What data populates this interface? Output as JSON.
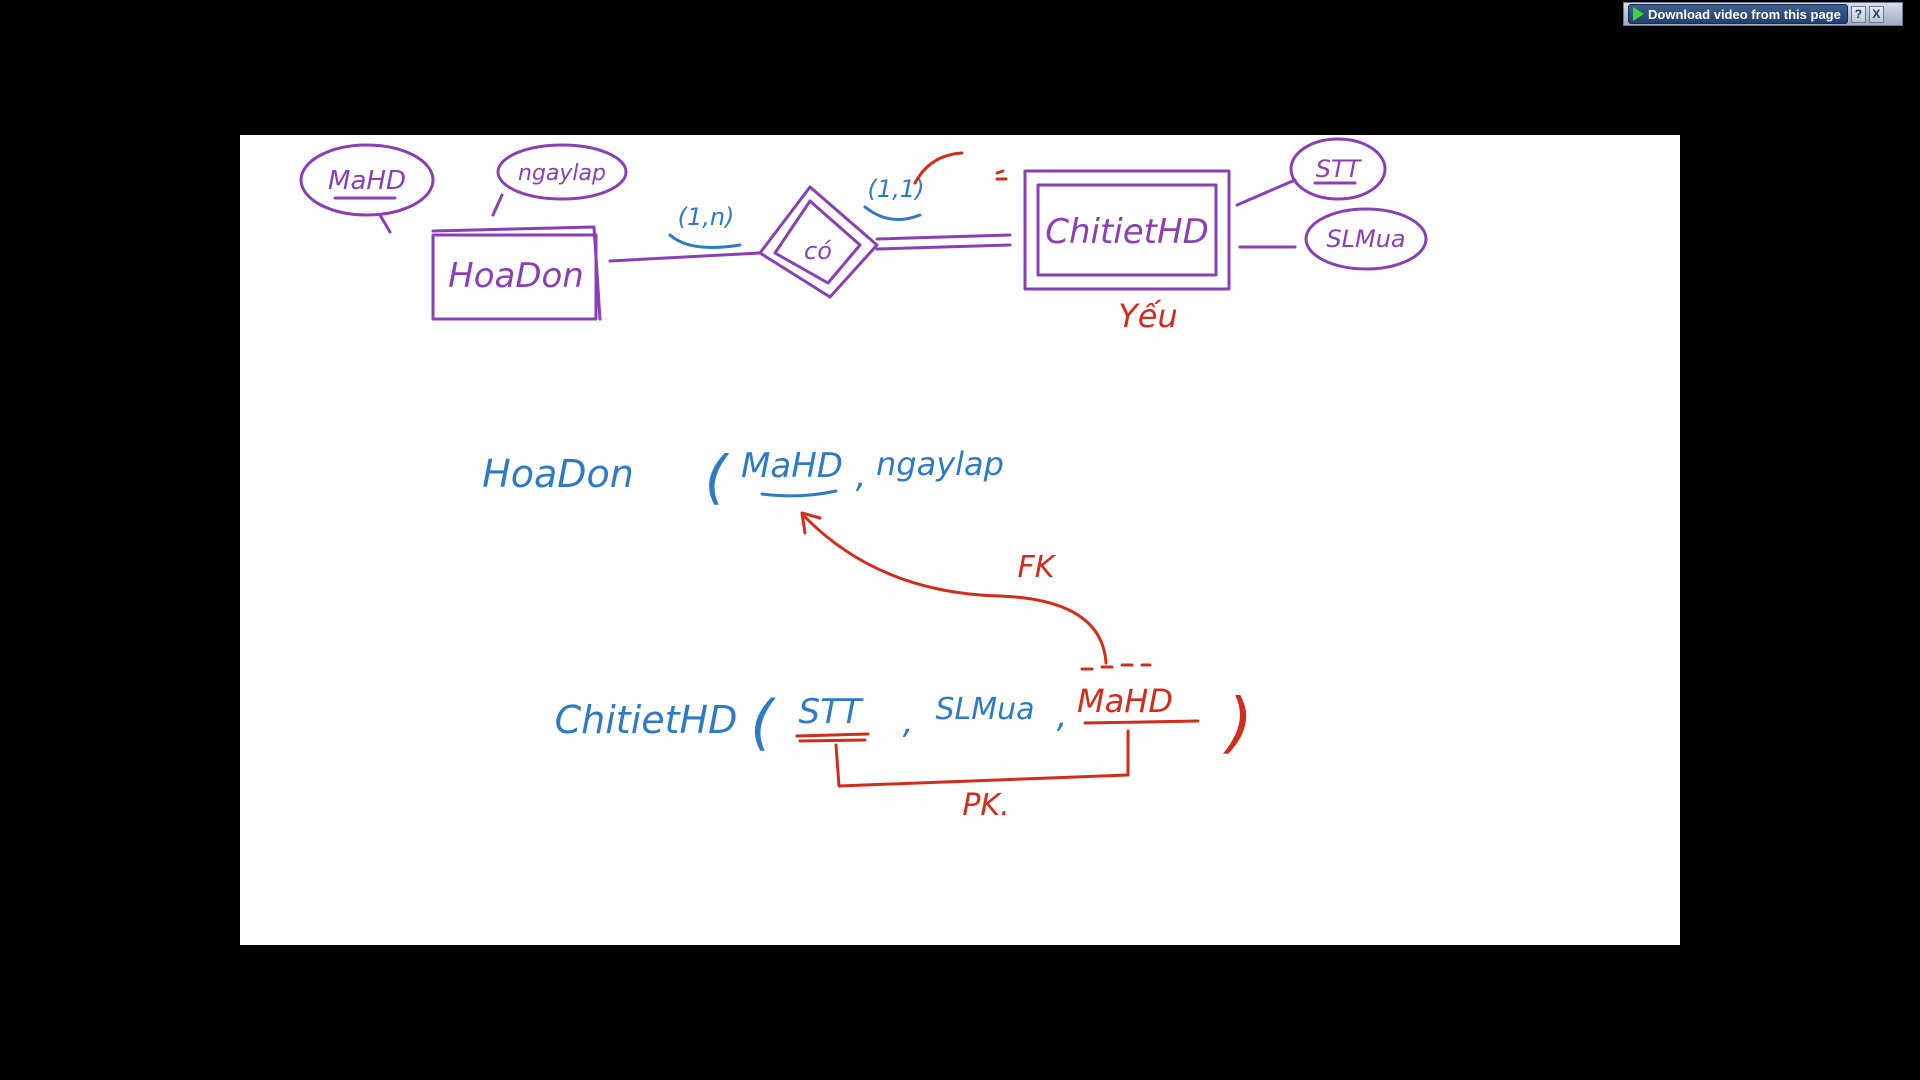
{
  "toolbar": {
    "download_label": "Download video from this page",
    "help_label": "?",
    "close_label": "X",
    "play_icon": "play-icon",
    "accent_color": "#3cd63c"
  },
  "er_diagram": {
    "entity_left": "HoaDon",
    "entity_left_attributes": [
      "MaHD",
      "ngaylap"
    ],
    "relationship": "có",
    "cardinality_left": "(1,n)",
    "cardinality_right": "(1,1)",
    "entity_right": "ChitietHD",
    "entity_right_attributes": [
      "STT",
      "SLMua"
    ],
    "weak_entity_note": "Yếu"
  },
  "schema": {
    "relation_1": {
      "name": "HoaDon",
      "open_paren": "(",
      "key_attr": "MaHD",
      "comma": ",",
      "attr": "ngaylap"
    },
    "relation_2": {
      "name": "ChitietHD",
      "open_paren": "(",
      "key_attr": "STT",
      "comma_1": ",",
      "attr": "SLMua",
      "comma_2": ",",
      "fk_attr": "MaHD",
      "close_paren": ")"
    },
    "fk_label": "FK",
    "pk_label": "PK."
  },
  "colors": {
    "er_ink": "#8a3fb4",
    "schema_ink": "#2e7bc4",
    "annotation_ink": "#d12c1c",
    "board_background": "#ffffff",
    "frame_background": "#000000"
  }
}
